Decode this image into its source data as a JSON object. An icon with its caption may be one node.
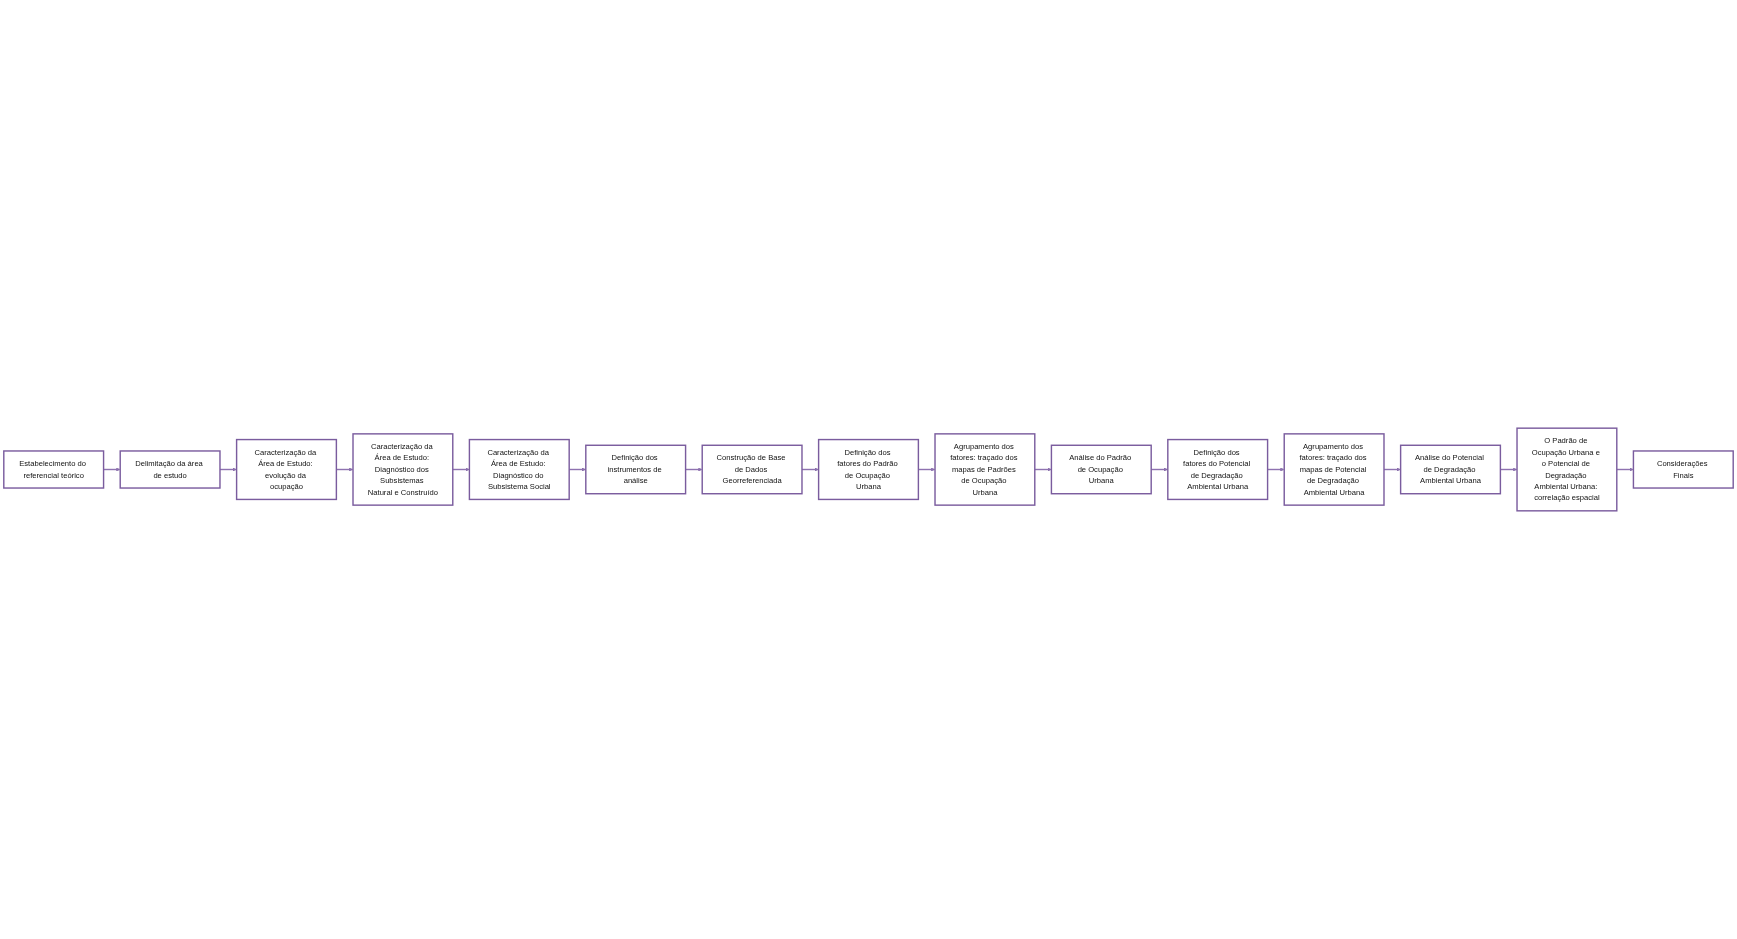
{
  "diagram": {
    "nodes": [
      {
        "text": [
          "Estabelecimento do referencial teórico"
        ]
      },
      {
        "text": [
          "Delimitação da área de estudo"
        ]
      },
      {
        "text": [
          "Caracterização da Área de Estudo: evolução da ocupação"
        ]
      },
      {
        "text": [
          "Caracterização da Área de Estudo: Diagnóstico dos Subsistemas Natural e Construído"
        ]
      },
      {
        "text": [
          "Caracterização da Área de Estudo: Diagnóstico do Subsistema Social"
        ]
      },
      {
        "text": [
          "Definição dos instrumentos de análise"
        ]
      },
      {
        "text": [
          "Construção de Base de Dados Georreferenciada"
        ]
      },
      {
        "text": [
          "Definição dos fatores do Padrão de Ocupação Urbana"
        ]
      },
      {
        "text": [
          "Agrupamento dos fatores: traçado dos mapas de Padrões de Ocupação Urbana"
        ]
      },
      {
        "text": [
          "Análise do Padrão de Ocupação Urbana"
        ]
      },
      {
        "text": [
          "Definição dos fatores do Potencial de Degradação Ambiental Urbana"
        ]
      },
      {
        "text": [
          "Agrupamento dos fatores: traçado dos mapas de Potencial de Degradação Ambiental Urbana"
        ]
      },
      {
        "text": [
          "Análise do Potencial de Degradação Ambiental Urbana"
        ]
      },
      {
        "text": [
          "O Padrão de Ocupação Urbana e o Potencial de Degradação Ambiental Urbana: correlação espacial"
        ]
      },
      {
        "text": [
          "Considerações Finais"
        ]
      }
    ],
    "edges": [
      {
        "from": 0,
        "to": 1,
        "arrow": "to"
      },
      {
        "from": 1,
        "to": 2,
        "arrow": "to"
      },
      {
        "from": 2,
        "to": 3,
        "arrow": "to"
      },
      {
        "from": 3,
        "to": 4,
        "arrow": "to"
      },
      {
        "from": 4,
        "to": 5,
        "arrow": "to"
      },
      {
        "from": 5,
        "to": 6,
        "arrow": "to"
      },
      {
        "from": 6,
        "to": 7,
        "arrow": "to"
      },
      {
        "from": 7,
        "to": 8,
        "arrow": "to"
      },
      {
        "from": 8,
        "to": 9,
        "arrow": "to"
      },
      {
        "from": 9,
        "to": 10,
        "arrow": "to"
      },
      {
        "from": 10,
        "to": 11,
        "arrow": "to"
      },
      {
        "from": 11,
        "to": 12,
        "arrow": "to"
      },
      {
        "from": 12,
        "to": 13,
        "arrow": "to"
      },
      {
        "from": 13,
        "to": 14,
        "arrow": "to"
      }
    ]
  }
}
